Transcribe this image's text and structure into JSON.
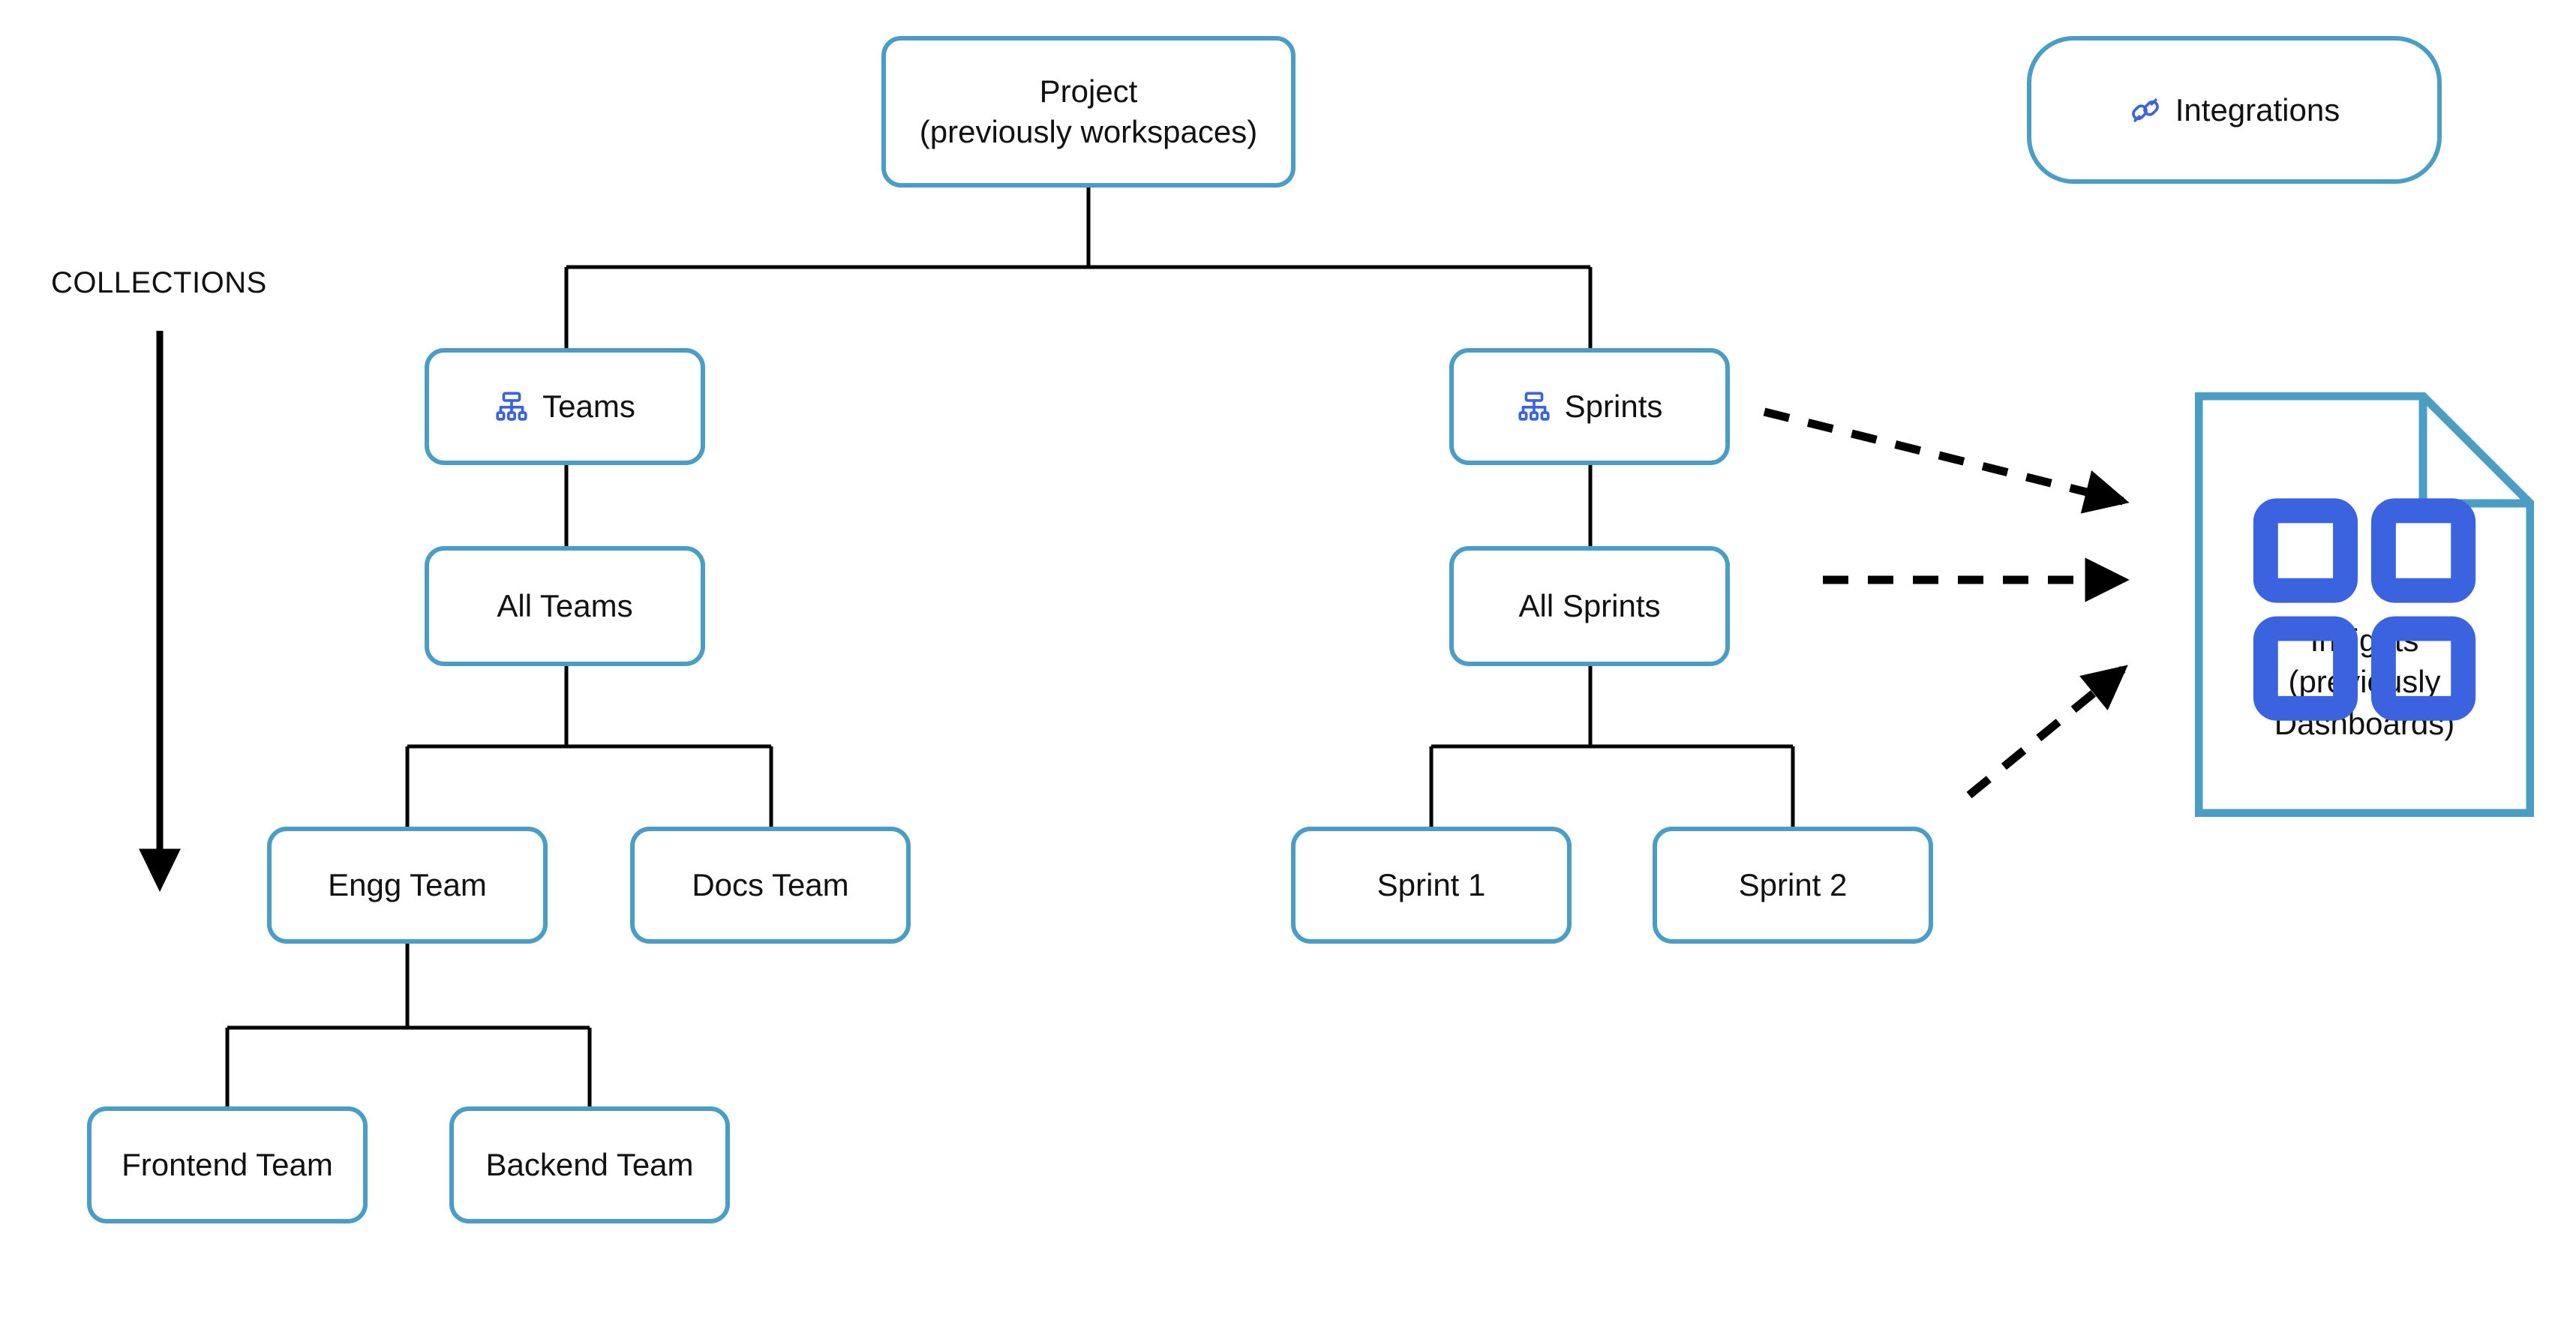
{
  "diagram": {
    "title_text_color": "#111111",
    "accent_color": "#4a9dc4",
    "icon_color": "#3b63e0",
    "connector_color": "#000000",
    "background": "#ffffff"
  },
  "annotations": {
    "collections_label": "COLLECTIONS",
    "collections_arrow": "down-arrow"
  },
  "nodes": {
    "project": {
      "label": "Project\n(previously workspaces)",
      "shape": "rounded-rect"
    },
    "integrations": {
      "label": "Integrations",
      "shape": "pill",
      "icon": "plug-connector-icon"
    },
    "teams": {
      "label": "Teams",
      "shape": "rounded-rect",
      "icon": "hierarchy-icon"
    },
    "all_teams": {
      "label": "All Teams",
      "shape": "rounded-rect"
    },
    "engg_team": {
      "label": "Engg Team",
      "shape": "rounded-rect"
    },
    "docs_team": {
      "label": "Docs Team",
      "shape": "rounded-rect"
    },
    "frontend_team": {
      "label": "Frontend Team",
      "shape": "rounded-rect"
    },
    "backend_team": {
      "label": "Backend Team",
      "shape": "rounded-rect"
    },
    "sprints": {
      "label": "Sprints",
      "shape": "rounded-rect",
      "icon": "hierarchy-icon"
    },
    "all_sprints": {
      "label": "All Sprints",
      "shape": "rounded-rect"
    },
    "sprint_1": {
      "label": "Sprint 1",
      "shape": "rounded-rect"
    },
    "sprint_2": {
      "label": "Sprint 2",
      "shape": "rounded-rect"
    },
    "insights": {
      "label": "Insights\n(previously\nDashboards)",
      "shape": "document-folded-corner",
      "icon": "dashboard-grid-icon"
    }
  },
  "edges": [
    {
      "from": "project",
      "to": "teams",
      "style": "solid"
    },
    {
      "from": "project",
      "to": "sprints",
      "style": "solid"
    },
    {
      "from": "teams",
      "to": "all_teams",
      "style": "solid"
    },
    {
      "from": "all_teams",
      "to": "engg_team",
      "style": "solid"
    },
    {
      "from": "all_teams",
      "to": "docs_team",
      "style": "solid"
    },
    {
      "from": "engg_team",
      "to": "frontend_team",
      "style": "solid"
    },
    {
      "from": "engg_team",
      "to": "backend_team",
      "style": "solid"
    },
    {
      "from": "sprints",
      "to": "all_sprints",
      "style": "solid"
    },
    {
      "from": "all_sprints",
      "to": "sprint_1",
      "style": "solid"
    },
    {
      "from": "all_sprints",
      "to": "sprint_2",
      "style": "solid"
    },
    {
      "from": "sprints",
      "to": "insights",
      "style": "dashed-arrow"
    },
    {
      "from": "all_sprints",
      "to": "insights",
      "style": "dashed-arrow"
    },
    {
      "from": "sprint_2",
      "to": "insights",
      "style": "dashed-arrow"
    }
  ]
}
